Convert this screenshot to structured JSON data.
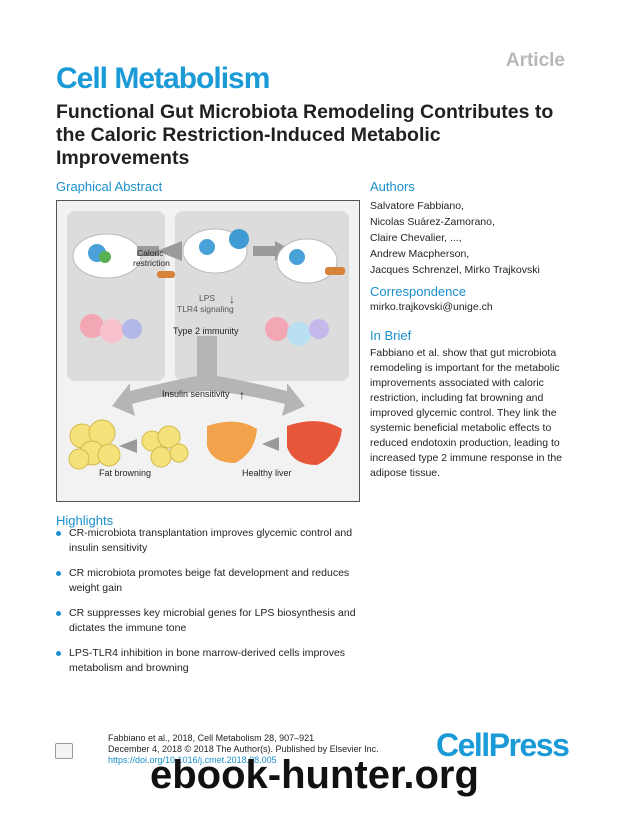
{
  "article_label": "Article",
  "journal": "Cell Metabolism",
  "title": "Functional Gut Microbiota Remodeling Contributes to the Caloric Restriction-Induced Metabolic Improvements",
  "graphical_abstract": {
    "heading": "Graphical Abstract",
    "labels": {
      "caloric_restriction_1": "Caloric",
      "caloric_restriction_2": "restriction",
      "lps": "LPS",
      "tlr4": "TLR4 signaling",
      "type2": "Type 2 immunity",
      "insulin": "Insulin sensitivity",
      "fat_browning": "Fat browning",
      "healthy_liver": "Healthy liver"
    }
  },
  "authors": {
    "heading": "Authors",
    "lines": [
      "Salvatore Fabbiano,",
      "Nicolas Suárez-Zamorano,",
      "Claire Chevalier, ...,",
      "Andrew Macpherson,",
      "Jacques Schrenzel, Mirko Trajkovski"
    ]
  },
  "correspondence": {
    "heading": "Correspondence",
    "email": "mirko.trajkovski@unige.ch"
  },
  "in_brief": {
    "heading": "In Brief",
    "text": "Fabbiano et al. show that gut microbiota remodeling is important for the metabolic improvements associated with caloric restriction, including fat browning and improved glycemic control. They link the systemic beneficial metabolic effects to reduced endotoxin production, leading to increased type 2 immune response in the adipose tissue."
  },
  "highlights": {
    "heading": "Highlights",
    "items": [
      "CR-microbiota transplantation improves glycemic control and insulin sensitivity",
      "CR microbiota promotes beige fat development and reduces weight gain",
      "CR suppresses key microbial genes for LPS biosynthesis and dictates the immune tone",
      "LPS-TLR4 inhibition in bone marrow-derived cells improves metabolism and browning"
    ]
  },
  "citation": {
    "line1": "Fabbiano et al., 2018, Cell Metabolism 28, 907–921",
    "line2": "December 4, 2018 © 2018 The Author(s). Published by Elsevier Inc.",
    "doi": "https://doi.org/10.1016/j.cmet.2018.08.005"
  },
  "publisher_logo": "CellPress",
  "watermark": "ebook-hunter.org",
  "colors": {
    "accent": "#1a9ad6",
    "text": "#231f20",
    "fat": "#f5e27a",
    "liver": "#e8563a"
  }
}
